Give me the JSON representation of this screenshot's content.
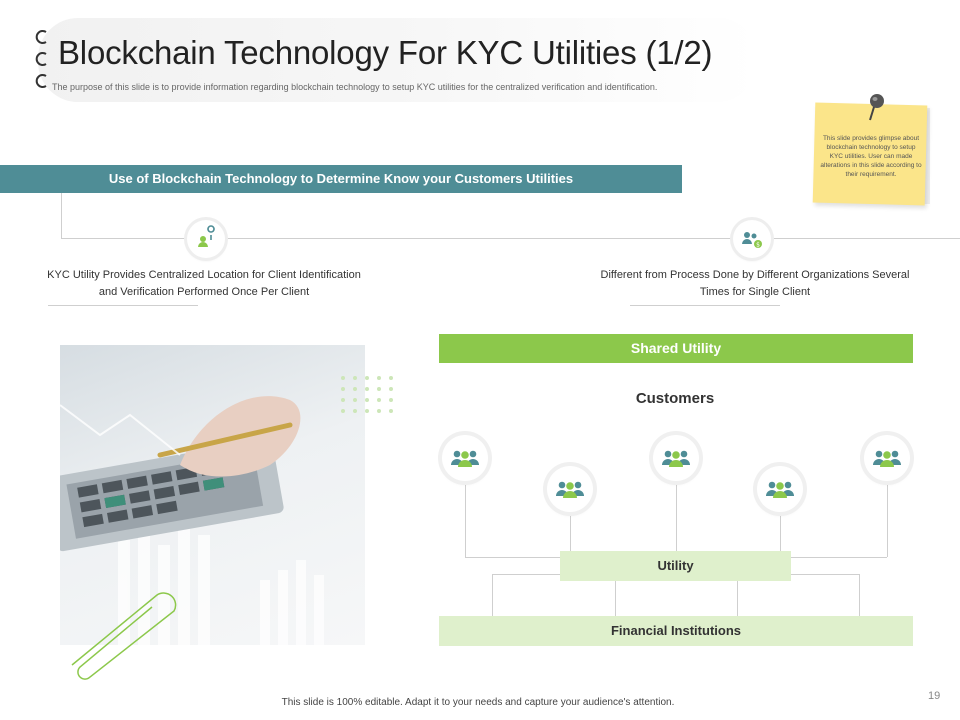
{
  "header": {
    "title": "Blockchain Technology For KYC Utilities (1/2)",
    "subtitle": "The purpose of this slide is to provide information regarding blockchain technology to setup KYC utilities  for the centralized verification and identification."
  },
  "note": {
    "text": "This slide provides glimpse about blockchain technology to setup KYC utilities. User can made alterations in this slide according to their requirement."
  },
  "banner": {
    "label": "Use of Blockchain Technology to Determine Know your Customers Utilities"
  },
  "features": [
    {
      "icon": "user-location-icon",
      "text": "KYC Utility Provides  Centralized Location for Client Identification and Verification Performed  Once Per Client"
    },
    {
      "icon": "users-dollar-icon",
      "text": "Different  from Process  Done by Different Organizations Several  Times for Single Client"
    }
  ],
  "panel": {
    "shared_label": "Shared Utility",
    "customers_label": "Customers",
    "utility_label": "Utility",
    "financial_label": "Financial Institutions"
  },
  "footer": {
    "text": "This slide is 100% editable. Adapt it to your needs and capture your audience's attention.",
    "page": "19"
  },
  "colors": {
    "banner": "#4f8d96",
    "accent_green": "#8cc84b",
    "light_green": "#dff0cc",
    "icon_teal": "#4f8d96"
  }
}
